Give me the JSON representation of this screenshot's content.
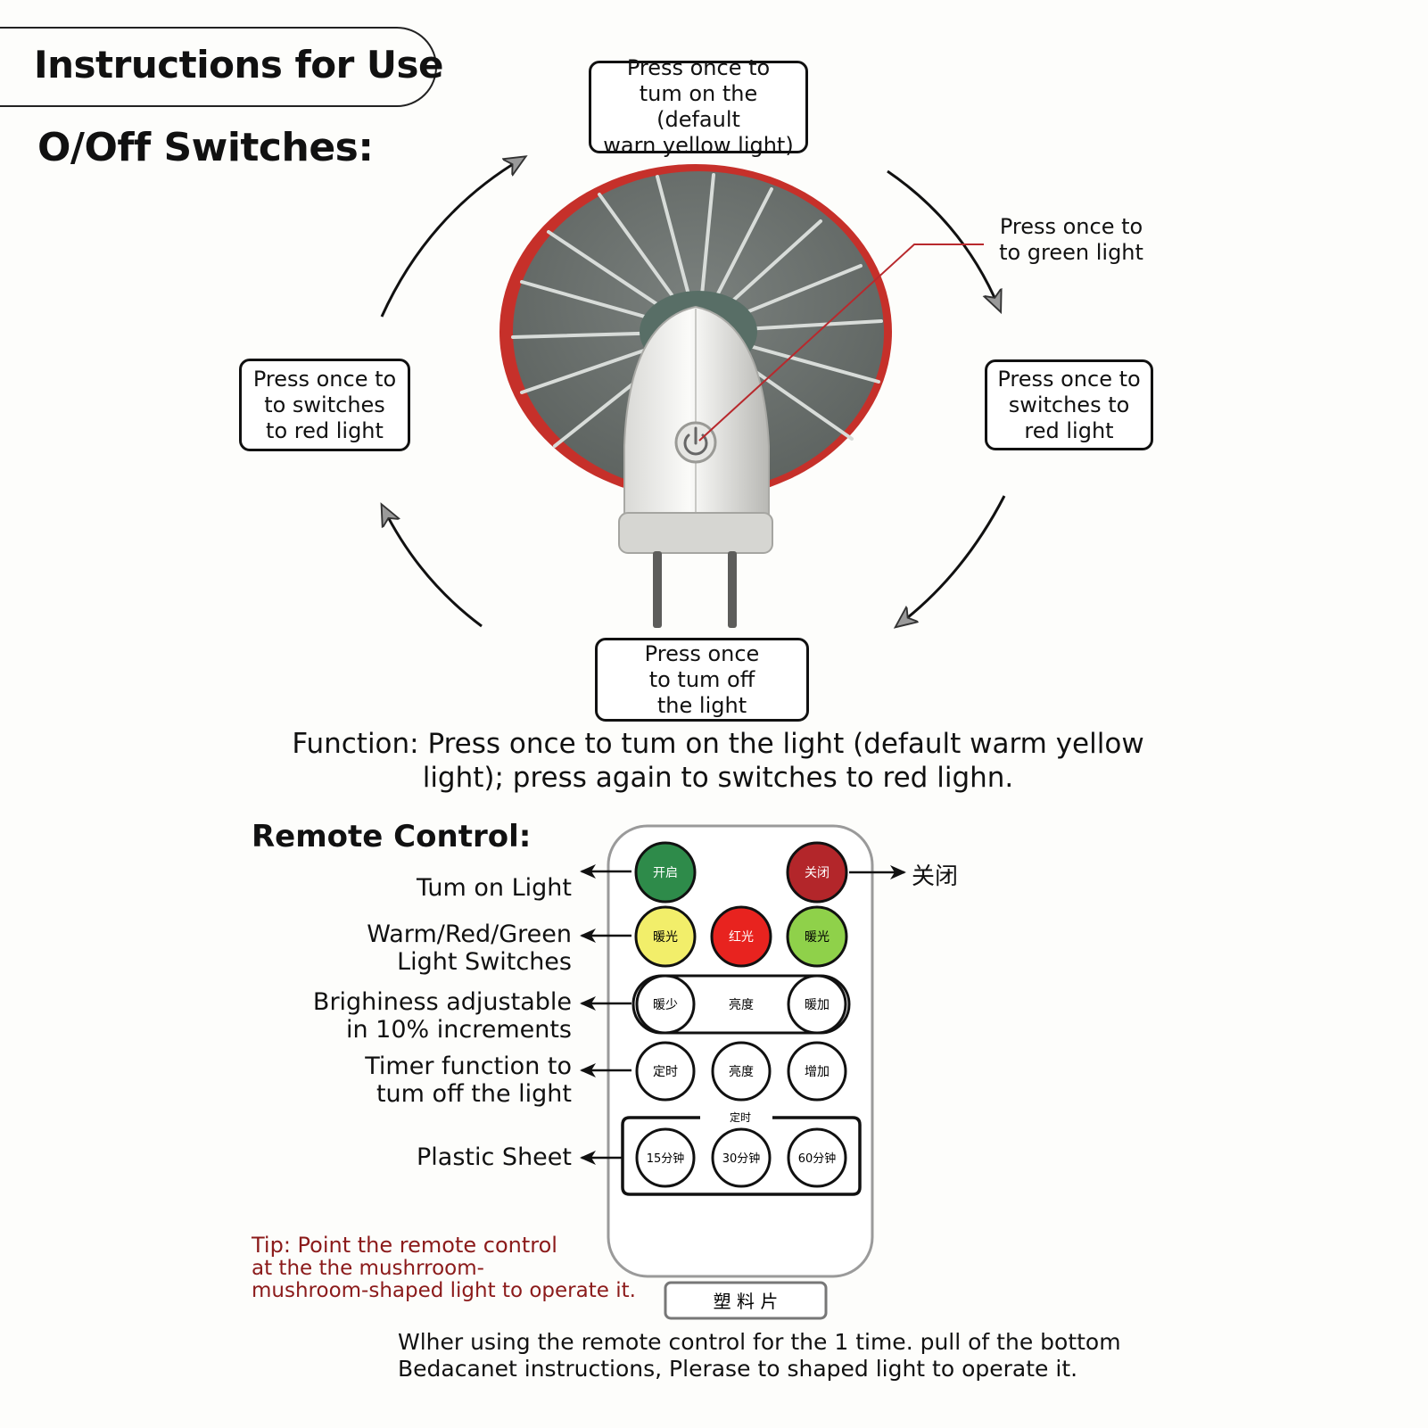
{
  "header": {
    "title": "Instructions for Use",
    "subtitle": "O/Off Switches:"
  },
  "switch_cycle": {
    "top": "Press once to\ntum on the (default\nwarn yellow light)",
    "right_upper": "Press once to\nto green light",
    "right": "Press once to\nswitches to\nred light",
    "bottom": "Press once\nto tum off\nthe light",
    "left": "Press once to\nto switches\nto red light"
  },
  "function_text": "Function:  Press once to tum on the light (default warm yellow\n             light); press again to switches to red lighn.",
  "remote": {
    "title": "Remote Control:",
    "labels": {
      "turn_on": "Tum on Light",
      "color": "Warm/Red/Green\nLight Switches",
      "brightness": "Brighiness adjustable\nin 10% increments",
      "timer": "Timer function to\ntum off the light",
      "plastic": "Plastic Sheet",
      "off_side": "关闭"
    },
    "buttons": {
      "on": "开启",
      "off": "关闭",
      "warm": "暖光",
      "red": "红光",
      "green": "暖光",
      "bright_minus": "暖少",
      "bright_label": "亮度",
      "bright_plus": "暖加",
      "timer": "定时",
      "mid": "亮度",
      "plus": "增加",
      "timer_group": "定时",
      "t15": "15分钟",
      "t30": "30分钟",
      "t60": "60分钟"
    },
    "sheet_label": "塑   料   片",
    "colors": {
      "on": "#2e8b4a",
      "off": "#b3262a",
      "warm": "#f2ee6a",
      "red": "#e8231f",
      "green": "#8fd14a"
    }
  },
  "tip": {
    "line1": "Tip: Point the remote control",
    "rest": "at the the mushrroom-\nmushroom-shaped light to operate it."
  },
  "footer": "Wlher using the remote control for the 1 time. pull of the bottom\nBedacanet instructions, Plerase to shaped light to operate it."
}
